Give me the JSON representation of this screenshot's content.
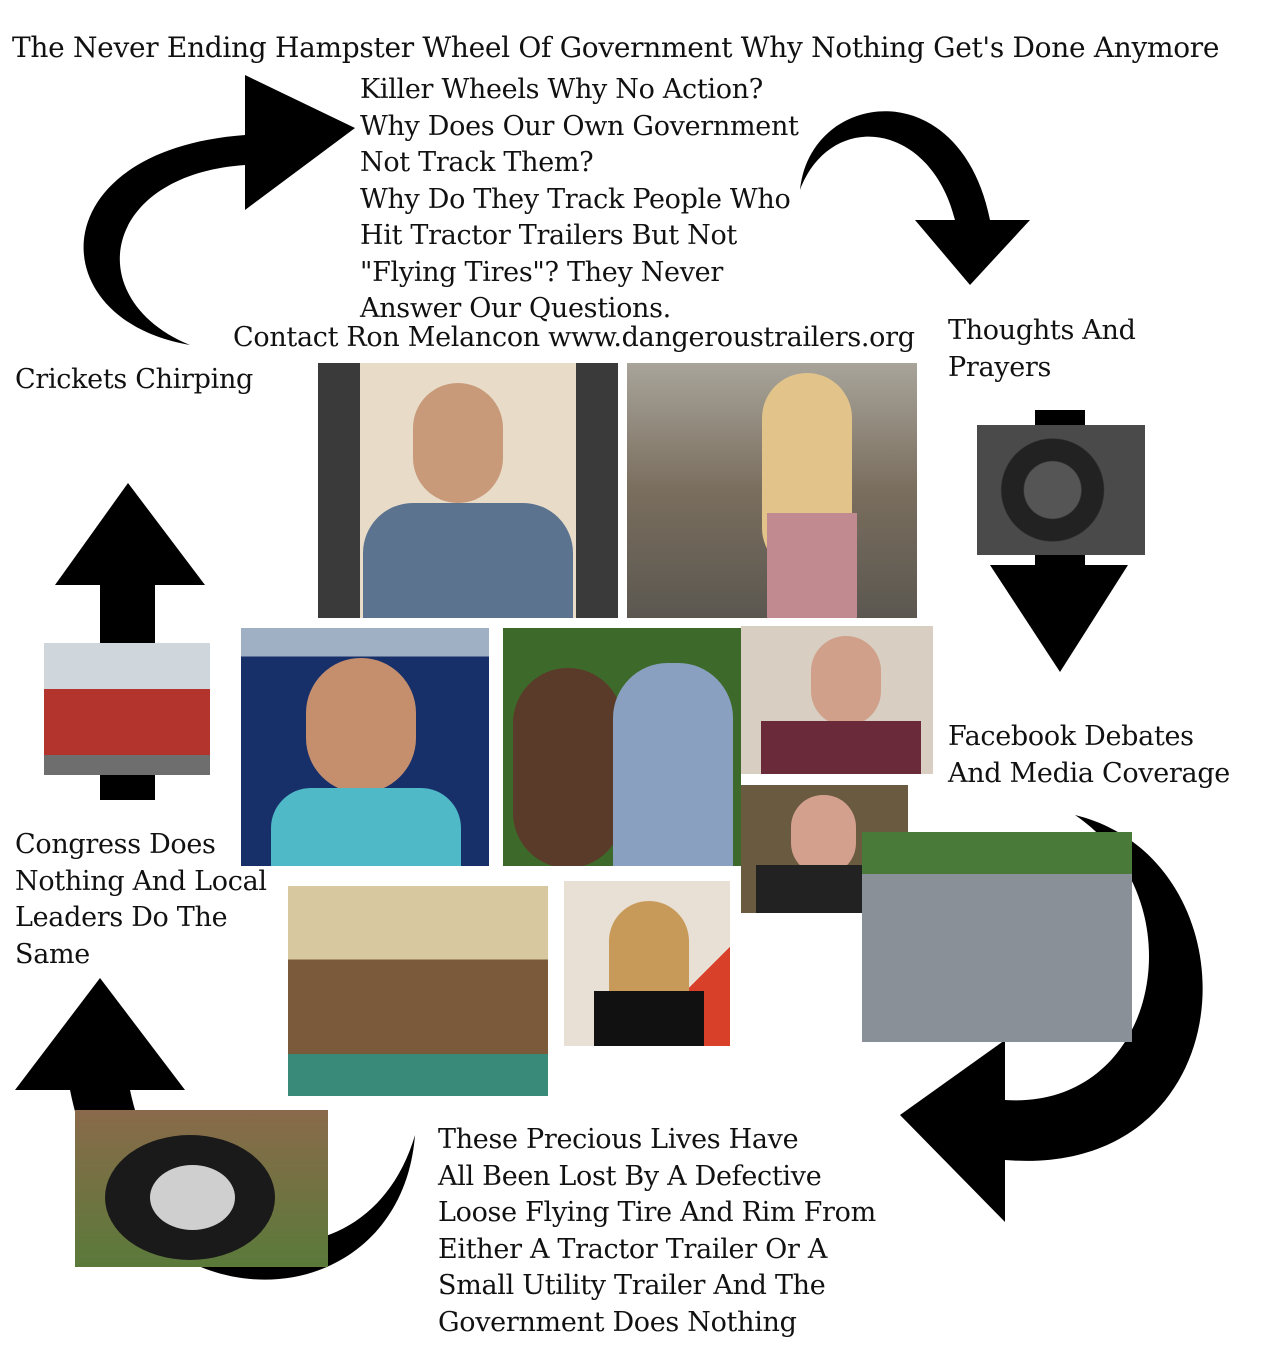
{
  "title": "The Never Ending Hampster Wheel Of Government Why Nothing Get's Done Anymore",
  "questions": "Killer Wheels Why No Action?\nWhy Does Our Own Government\nNot Track Them?\nWhy Do They Track People Who\nHit Tractor Trailers But Not\n\"Flying Tires\"?  They Never\nAnswer Our Questions.",
  "contact": "Contact Ron Melancon www.dangeroustrailers.org",
  "cycle_steps": {
    "thoughts": "Thoughts And\nPrayers",
    "facebook": "Facebook Debates\nAnd Media Coverage",
    "precious": "These Precious Lives Have\nAll Been Lost By A Defective\nLoose Flying Tire And Rim From\nEither A Tractor Trailer Or A\nSmall Utility Trailer And The\nGovernment Does Nothing",
    "congress": "Congress Does\nNothing And Local\nLeaders Do The\nSame",
    "crickets": "Crickets Chirping"
  },
  "colors": {
    "arrow": "#000000",
    "text": "#111111",
    "background": "#ffffff"
  }
}
